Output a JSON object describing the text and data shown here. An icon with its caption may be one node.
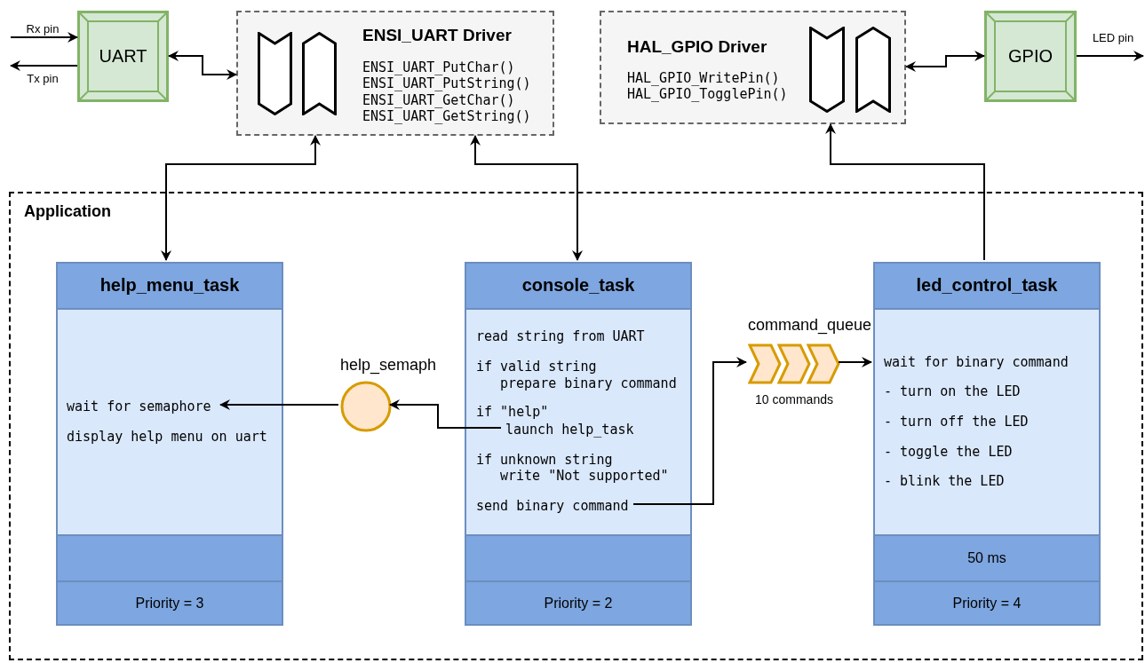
{
  "diagram": {
    "nodes": [
      {
        "text": [
          "UART"
        ]
      },
      {
        "text": [
          "ENSI_UART Driver",
          "ENSI_UART_PutChar()",
          "ENSI_UART_PutString()",
          "ENSI_UART_GetChar()",
          "ENSI_UART_GetString()"
        ]
      },
      {
        "text": [
          "HAL_GPIO Driver",
          "HAL_GPIO_WritePin()",
          "HAL_GPIO_TogglePin()"
        ]
      },
      {
        "text": [
          "GPIO"
        ]
      },
      {
        "text": [
          "Application"
        ]
      },
      {
        "text": [
          "help_menu_task",
          "display help menu on uart",
          "Priority = 3"
        ],
        "in": 4
      },
      {
        "text": [
          "wait for semaphore"
        ],
        "in": 5
      },
      {
        "text": [
          "console_task",
          "read string from UART",
          "if valid string",
          "prepare binary command",
          "if \"help\"",
          "if unknown string",
          "write \"Not supported\"",
          "Priority = 2"
        ],
        "in": 4
      },
      {
        "text": [
          "launch help_task"
        ],
        "in": 7
      },
      {
        "text": [
          "send binary command"
        ],
        "in": 7
      },
      {
        "text": [
          "help_semaph"
        ],
        "in": 4
      },
      {
        "text": [
          "command_queue"
        ],
        "beside": [
          "10 commands"
        ],
        "in": 4
      },
      {
        "text": [
          "led_control_task",
          "wait for binary command",
          "- turn on the LED",
          "- turn off the LED",
          "- toggle the LED",
          "- blink the LED",
          "50 ms",
          "Priority = 4"
        ],
        "in": 4
      }
    ],
    "edges": [
      {
        "from": null,
        "to": 0,
        "arrow": "to",
        "label": "Rx pin"
      },
      {
        "from": 0,
        "to": null,
        "arrow": "to",
        "label": "Tx pin"
      },
      {
        "from": 0,
        "to": 1,
        "arrow": "both"
      },
      {
        "from": 1,
        "to": 5,
        "arrow": "both"
      },
      {
        "from": 1,
        "to": 7,
        "arrow": "both"
      },
      {
        "from": 2,
        "to": 3,
        "arrow": "both"
      },
      {
        "from": 3,
        "to": null,
        "arrow": "to",
        "label": "LED pin"
      },
      {
        "from": 12,
        "to": 2,
        "arrow": "to"
      },
      {
        "from": 8,
        "to": 10,
        "arrow": "to"
      },
      {
        "from": 10,
        "to": 6,
        "arrow": "to"
      },
      {
        "from": 9,
        "to": 11,
        "arrow": "to"
      },
      {
        "from": 11,
        "to": 12,
        "arrow": "to"
      }
    ]
  }
}
